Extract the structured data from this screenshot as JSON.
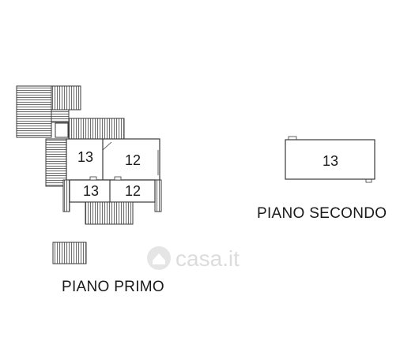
{
  "floor_plan": {
    "first_floor": {
      "caption": "PIANO PRIMO",
      "rooms": [
        "13",
        "12",
        "13",
        "12"
      ]
    },
    "second_floor": {
      "caption": "PIANO SECONDO",
      "rooms": [
        "13"
      ]
    }
  },
  "watermark": {
    "text": "casa.it",
    "icon": "house-logo-icon"
  },
  "colors": {
    "line": "#3a3a3a",
    "hatch": "#555555",
    "watermark": "#d9d9d9"
  }
}
